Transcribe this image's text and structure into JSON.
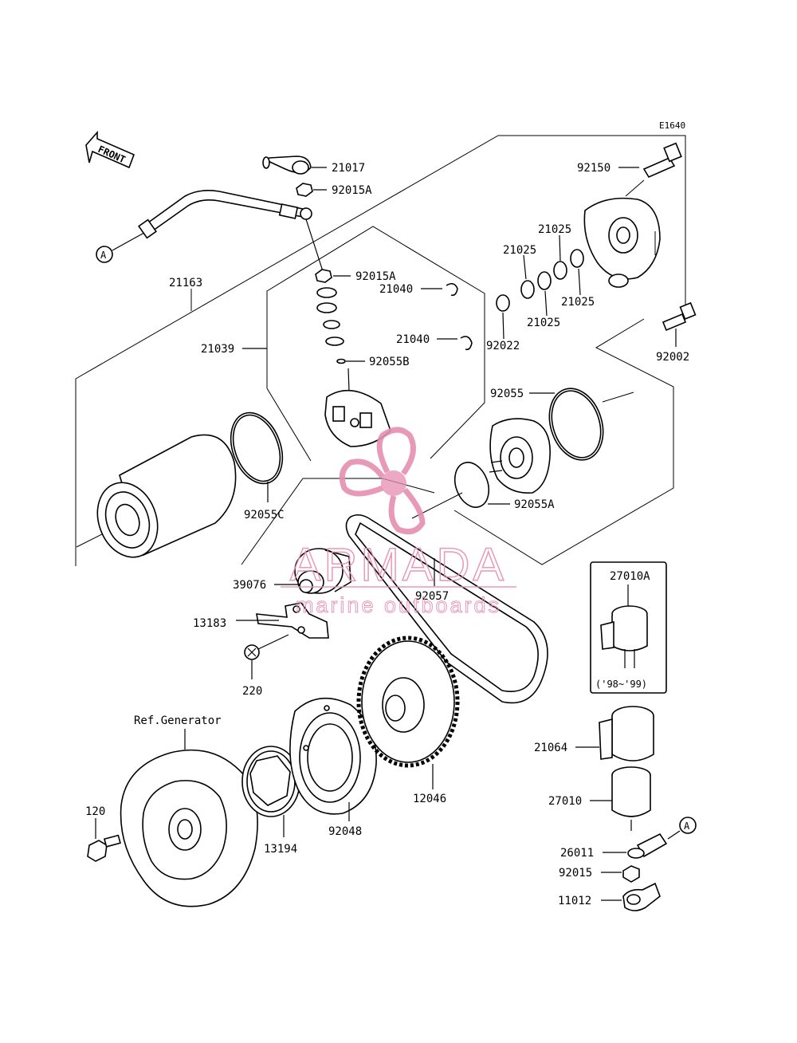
{
  "diagram_code": "E1640",
  "front_label": "FRONT",
  "connector_a": "A",
  "watermark": {
    "brand": "ARMADA",
    "tagline": "marine outboards",
    "color": "#e58fb0"
  },
  "labels": {
    "p21017": "21017",
    "p92015A_top": "92015A",
    "p92015A_mid": "92015A",
    "p21163": "21163",
    "p21039": "21039",
    "p21040_a": "21040",
    "p21040_b": "21040",
    "p92055B": "92055B",
    "p92150": "92150",
    "p21025_a": "21025",
    "p21025_b": "21025",
    "p21025_c": "21025",
    "p21025_d": "21025",
    "p92022": "92022",
    "p92002": "92002",
    "p92055": "92055",
    "p92055A": "92055A",
    "p92055C": "92055C",
    "p39076": "39076",
    "p92057": "92057",
    "p13183": "13183",
    "p220": "220",
    "p27010A": "27010A",
    "years": "('98~'99)",
    "ref_generator": "Ref.Generator",
    "p21064": "21064",
    "p27010": "27010",
    "p12046": "12046",
    "p120": "120",
    "p13194": "13194",
    "p92048": "92048",
    "p26011": "26011",
    "p92015": "92015",
    "p11012": "11012"
  }
}
